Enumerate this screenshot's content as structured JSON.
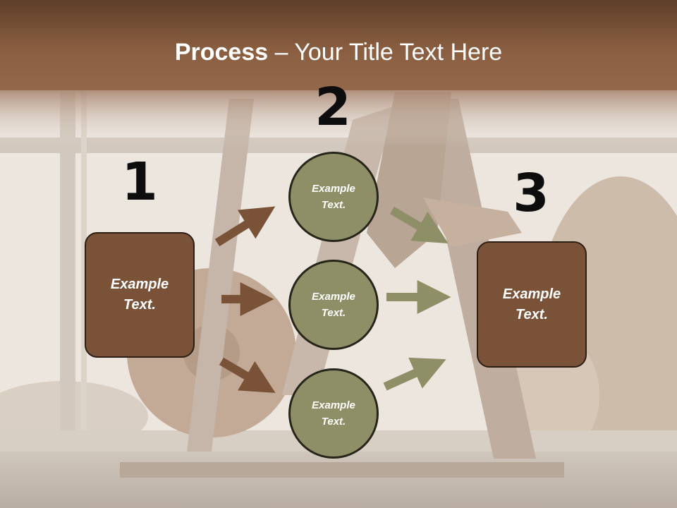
{
  "slide": {
    "title_bold": "Process",
    "title_rest": " – Your Title Text Here",
    "steps": [
      {
        "number": "1",
        "box_text": "Example\nText."
      },
      {
        "number": "2",
        "circle_texts": [
          "Example\nText.",
          "Example\nText.",
          "Example\nText."
        ]
      },
      {
        "number": "3",
        "box_text": "Example\nText."
      }
    ]
  },
  "colors": {
    "header_band": "#7d5337",
    "box_fill": "#7a5238",
    "circle_fill": "#8e8f66",
    "arrow_brown": "#7a5238",
    "arrow_olive": "#8e8f66"
  }
}
